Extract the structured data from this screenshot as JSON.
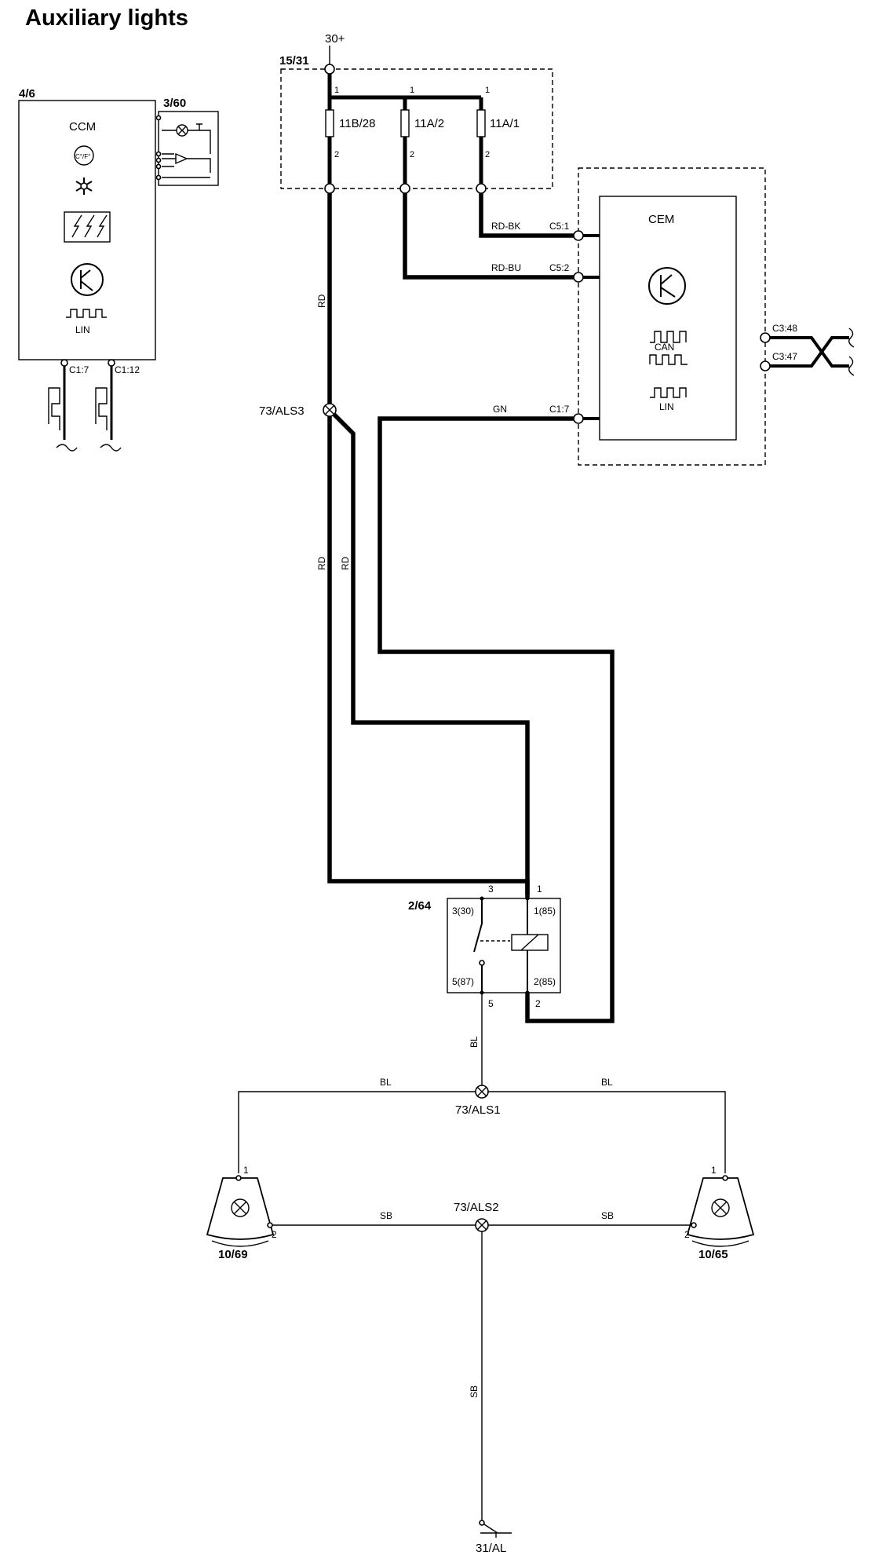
{
  "title": "Auxiliary lights",
  "supply": "30+",
  "fuse_box": {
    "id": "15/31",
    "fuses": [
      {
        "name": "11B/28",
        "pin_in": "1",
        "pin_out": "2"
      },
      {
        "name": "11A/2",
        "pin_in": "1",
        "pin_out": "2"
      },
      {
        "name": "11A/1",
        "pin_in": "1",
        "pin_out": "2"
      }
    ]
  },
  "ccm": {
    "id": "4/6",
    "name": "CCM",
    "temp_label": "C°/F°",
    "lin_label": "LIN",
    "pin_a": "C1:7",
    "pin_b": "C1:12"
  },
  "switch_unit": {
    "id": "3/60"
  },
  "cem": {
    "name": "CEM",
    "can_label": "CAN",
    "lin_label": "LIN",
    "pins": {
      "c5_1": "C5:1",
      "c5_2": "C5:2",
      "c1_7": "C1:7",
      "c3_48": "C3:48",
      "c3_47": "C3:47"
    }
  },
  "wires": {
    "rd": "RD",
    "rd_bk": "RD-BK",
    "rd_bu": "RD-BU",
    "gn": "GN",
    "bl": "BL",
    "sb": "SB"
  },
  "splices": {
    "als3": "73/ALS3",
    "als1": "73/ALS1",
    "als2": "73/ALS2"
  },
  "relay": {
    "id": "2/64",
    "pin3": "3",
    "pin1": "1",
    "pin5": "5",
    "pin2": "2",
    "label_3": "3(30)",
    "label_1": "1(85)",
    "label_5": "5(87)",
    "label_2": "2(85)"
  },
  "lamp_left": {
    "id": "10/69",
    "pin1": "1",
    "pin2": "2"
  },
  "lamp_right": {
    "id": "10/65",
    "pin1": "1",
    "pin2": "2"
  },
  "ground": "31/AL"
}
